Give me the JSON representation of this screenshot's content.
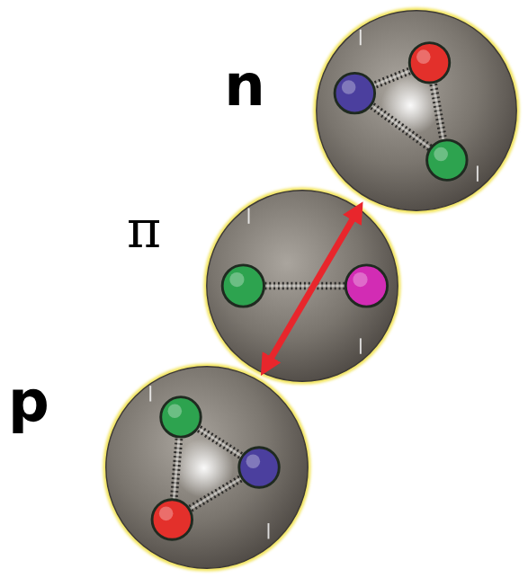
{
  "diagram": {
    "nodes": [
      {
        "text": [
          "n"
        ]
      },
      {
        "text": [
          "π"
        ]
      },
      {
        "text": [
          "p"
        ]
      }
    ],
    "edges": [
      {
        "from": 0,
        "to": 2,
        "arrow": "both"
      }
    ]
  }
}
